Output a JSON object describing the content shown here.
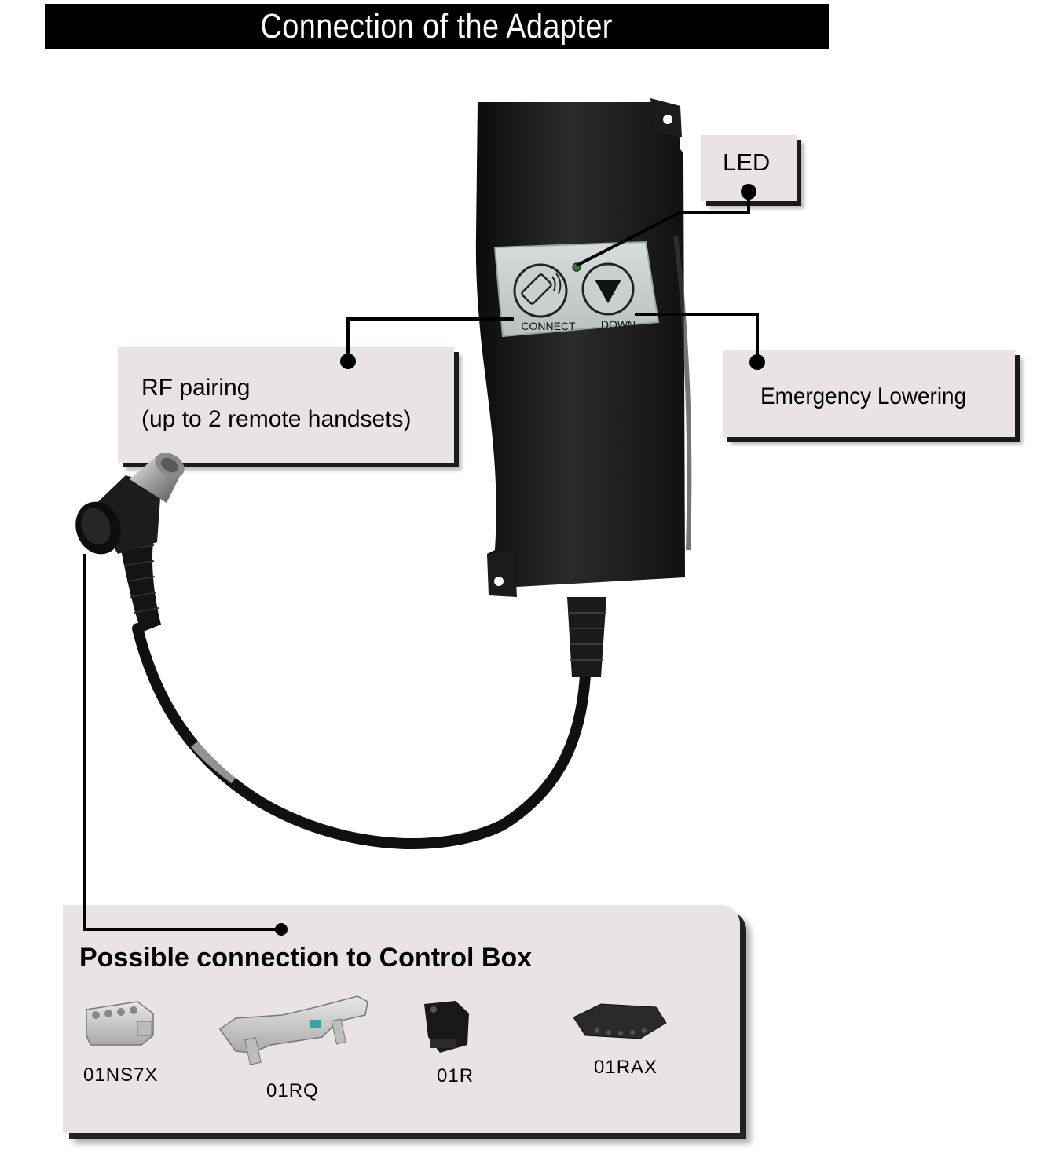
{
  "title": "Connection of the Adapter",
  "callouts": {
    "led": "LED",
    "rf_pairing_line1": "RF pairing",
    "rf_pairing_line2": "(up to 2 remote handsets)",
    "emergency": "Emergency Lowering"
  },
  "device": {
    "connect_label": "CONNECT",
    "down_label": "DOWN"
  },
  "control_box": {
    "heading": "Possible connection to Control Box",
    "models": [
      "01NS7X",
      "01RQ",
      "01R",
      "01RAX"
    ]
  }
}
